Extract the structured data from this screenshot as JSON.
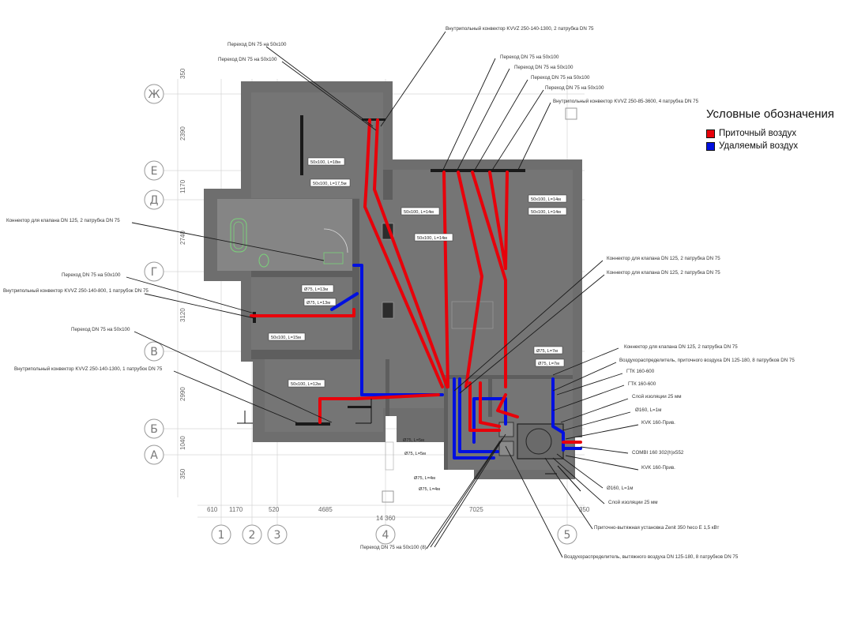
{
  "legend": {
    "title": "Условные обозначения",
    "items": [
      {
        "label": "Приточный воздух",
        "color": "#e8000a"
      },
      {
        "label": "Удаляемый воздух",
        "color": "#0010e0"
      }
    ]
  },
  "colors": {
    "supply": "#e8000a",
    "exhaust": "#0010e0",
    "wall": "#6e6e6e",
    "floor": "#737373"
  },
  "axes": {
    "rows": [
      "Ж",
      "Е",
      "Д",
      "Г",
      "В",
      "Б",
      "А"
    ],
    "cols": [
      "1",
      "2",
      "3",
      "4",
      "5"
    ]
  },
  "dims": {
    "left": [
      "350",
      "2390",
      "1170",
      "2740",
      "3120",
      "2990",
      "1040",
      "350"
    ],
    "bottom": [
      "610",
      "1170",
      "520",
      "4685",
      "7025",
      "350"
    ],
    "total": "14 360"
  },
  "callouts": {
    "c1": "Внутрипольный конвектор KVVZ 250-140-1300, 2 патрубка DN 75",
    "c2": "Переход DN 75 на 50х100",
    "c3": "Переход DN 75 на 50х100",
    "c4": "Переход DN 75 на 50х100",
    "c5": "Переход DN 75 на 50х100",
    "c6": "Переход DN 75 на 50х100",
    "c7": "Переход DN 75 на 50х100",
    "c8": "Внутрипольный конвектор KVVZ 250-85-3600, 4 патрубка DN 75",
    "c9": "Коннектор для клапана DN 125, 2 патрубка DN 75",
    "c10": "Переход DN 75 на 50х100",
    "c11": "Внутрипольный конвектор KVVZ 250-140-800, 1 патрубок DN 75",
    "c12": "Переход DN 75 на 50х100",
    "c13": "Внутрипольный конвектор KVVZ 250-140-1300, 1 патрубок DN 75",
    "c14": "Коннектор для клапана DN 125, 2 патрубка DN 75",
    "c15": "Коннектор для клапана DN 125, 2 патрубка DN 75",
    "c16": "Коннектор для клапана DN 125, 2 патрубка DN 75",
    "c17": "Воздухораспределитель, приточного воздуха DN 125-180, 8 патрубков DN 75",
    "c18": "ГТК 160-600",
    "c19": "ГТК 160-600",
    "c20": "Слой изоляции 25 мм",
    "c21": "Ø160, L=1м",
    "c22": "KVK 160-Прив.",
    "c23": "COMBI 160 302(h)х552",
    "c24": "KVK 160-Прив.",
    "c25": "Ø160, L=1м",
    "c26": "Слой изоляции 25 мм",
    "c27": "Приточно-вытяжная установка Zenit 350 heco E 1,5 кВт",
    "c28": "Воздухораспределитель, вытяжного воздуха DN 125-180, 8 патрубков DN 75",
    "c29": "Переход DN 75 на 50х100 (8)"
  },
  "tags": {
    "t1": "50х100, L=18м",
    "t2": "50х100, L=17,5м",
    "t3": "50х100, L=14м",
    "t4": "50х100, L=14м",
    "t5": "50х100, L=14м",
    "t6": "50х100, L=14м",
    "t7": "Ø75, L=13м",
    "t8": "Ø75, L=13м",
    "t9": "50х100, L=15м",
    "t10": "50х100, L=12м",
    "t11": "Ø75, L=7м",
    "t12": "Ø75, L=7м",
    "t13": "Ø75, L=5м",
    "t14": "Ø75, L=5м",
    "t15": "Ø75, L=4м",
    "t16": "Ø75, L=4м"
  }
}
